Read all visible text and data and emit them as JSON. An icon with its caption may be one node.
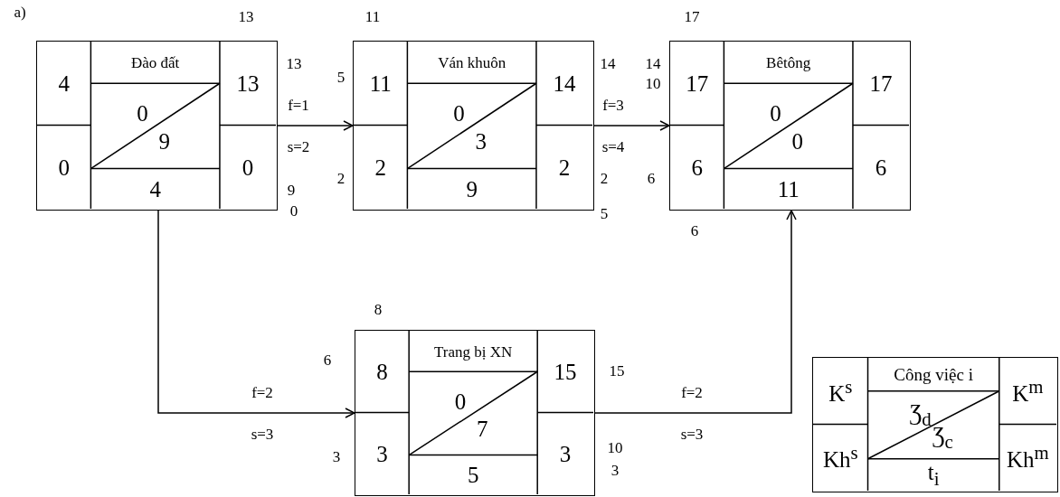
{
  "diagram": {
    "nodes": [
      {
        "text": [
          "Đào đất",
          "4",
          "0",
          "0",
          "9",
          "4",
          "13",
          "0"
        ],
        "beside": [
          "13",
          "13",
          "9",
          "0"
        ]
      },
      {
        "text": [
          "Ván khuôn",
          "11",
          "2",
          "0",
          "3",
          "9",
          "14",
          "2"
        ],
        "beside": [
          "11",
          "5",
          "2",
          "14",
          "2",
          "5"
        ]
      },
      {
        "text": [
          "Bêtông",
          "17",
          "6",
          "0",
          "0",
          "11",
          "17",
          "6"
        ],
        "beside": [
          "17",
          "14",
          "10",
          "6",
          "6"
        ]
      },
      {
        "text": [
          "Trang bị XN",
          "8",
          "3",
          "0",
          "7",
          "5",
          "15",
          "3"
        ],
        "beside": [
          "8",
          "6",
          "3",
          "15",
          "10",
          "3"
        ]
      },
      {
        "text": [
          "Công việc i",
          "K$^{s}$",
          "Kh$^{s}$",
          "Ʒ$_{d}$",
          "Ʒ$_{c}$",
          "t$_{i}$",
          "K$^{m}$",
          "Kh$^{m}$"
        ]
      }
    ],
    "edges": [
      {
        "from": 0,
        "to": 1,
        "arrow": "to",
        "label": "f=1 s=2"
      },
      {
        "from": 1,
        "to": 2,
        "arrow": "to",
        "label": "f=3 s=4"
      },
      {
        "from": 0,
        "to": 3,
        "arrow": "to",
        "label": "f=2 s=3"
      },
      {
        "from": 3,
        "to": 2,
        "arrow": "to",
        "label": "f=2 s=3"
      }
    ],
    "labels": [
      "a)"
    ]
  }
}
